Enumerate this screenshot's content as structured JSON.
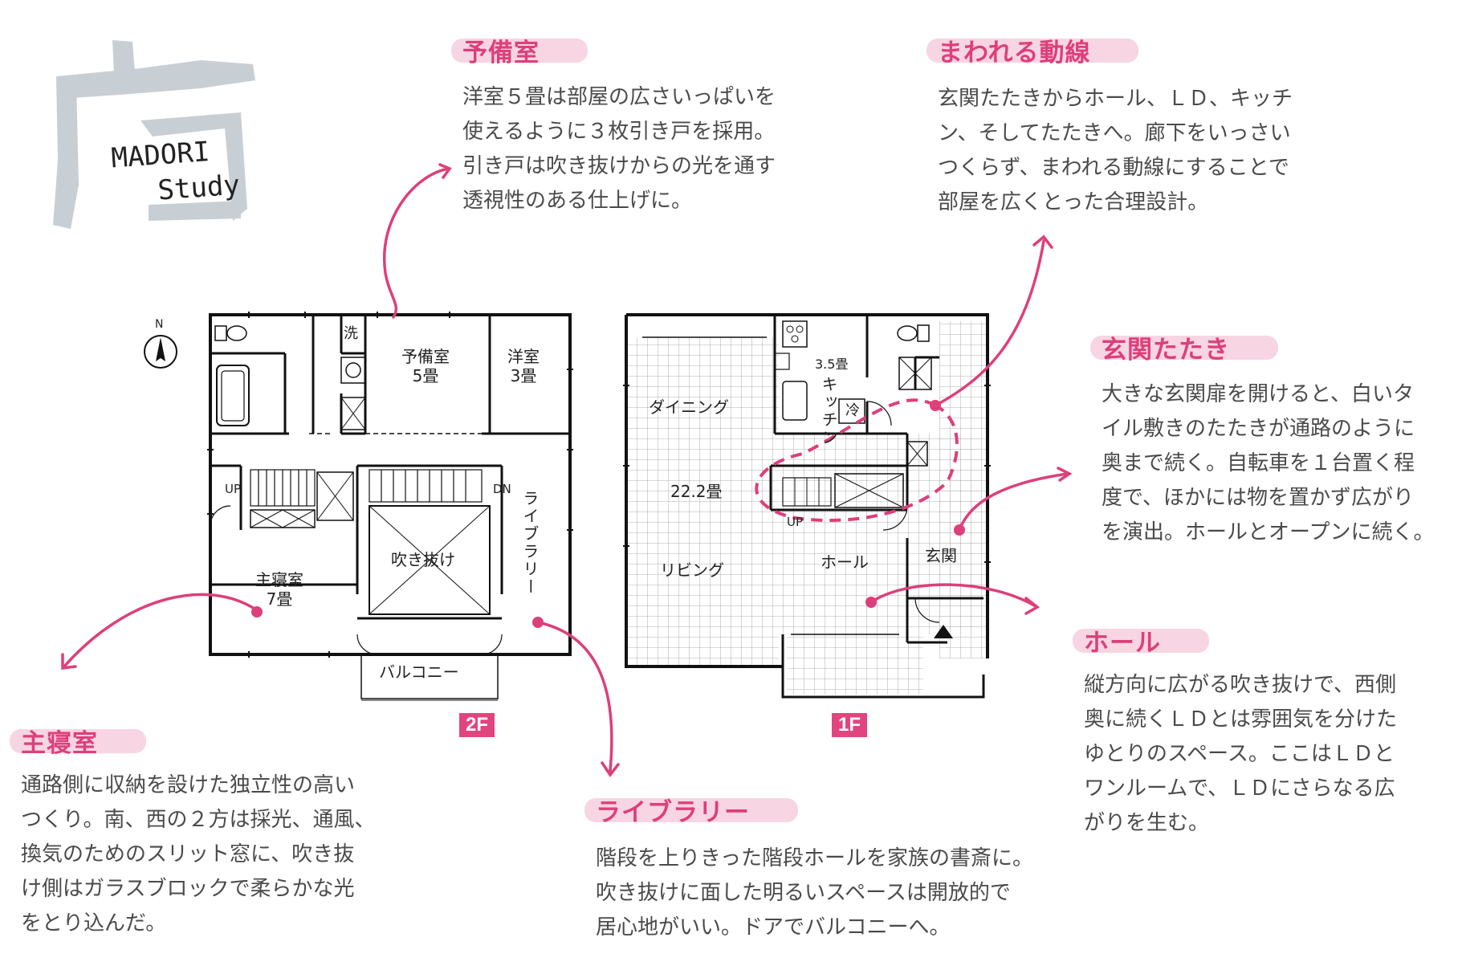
{
  "logo": {
    "line1": "MADORI",
    "line2": "Study"
  },
  "callouts": {
    "yobishitsu": {
      "title": "予備室",
      "lines": [
        "洋室５畳は部屋の広さいっぱいを",
        "使えるように３枚引き戸を採用。",
        "引き戸は吹き抜けからの光を通す",
        "透視性のある仕上げに。"
      ]
    },
    "mawareru": {
      "title": "まわれる動線",
      "lines": [
        "玄関たたきからホール、ＬＤ、キッチ",
        "ン、そしてたたきへ。廊下をいっさい",
        "つくらず、まわれる動線にすることで",
        "部屋を広くとった合理設計。"
      ]
    },
    "genkan": {
      "title": "玄関たたき",
      "lines": [
        "大きな玄関扉を開けると、白いタ",
        "イル敷きのたたきが通路のように",
        "奥まで続く。自転車を１台置く程",
        "度で、ほかには物を置かず広がり",
        "を演出。ホールとオープンに続く。"
      ]
    },
    "hall": {
      "title": "ホール",
      "lines": [
        "縦方向に広がる吹き抜けで、西側",
        "奥に続くＬＤとは雰囲気を分けた",
        "ゆとりのスペース。ここはＬＤと",
        "ワンルームで、ＬＤにさらなる広",
        "がりを生む。"
      ]
    },
    "shushinshitsu": {
      "title": "主寝室",
      "lines": [
        "通路側に収納を設けた独立性の高い",
        "つくり。南、西の２方は採光、通風、",
        "換気のためのスリット窓に、吹き抜",
        "け側はガラスブロックで柔らかな光",
        "をとり込んだ。"
      ]
    },
    "library": {
      "title": "ライブラリー",
      "lines": [
        "階段を上りきった階段ホールを家族の書斎に。",
        "吹き抜けに面した明るいスペースは開放的で",
        "居心地がいい。ドアでバルコニーへ。"
      ]
    }
  },
  "plan2f": {
    "badge": "2F",
    "north": "N",
    "rooms": {
      "sentaku": "洗",
      "yobishitsu": "予備室",
      "yobishitsu_size": "5畳",
      "yoshitsu": "洋室",
      "yoshitsu_size": "3畳",
      "up": "UP",
      "dn": "DN",
      "fukinuke": "吹き抜け",
      "library": "ライブラリー",
      "shushinshitsu": "主寝室",
      "shushinshitsu_size": "7畳",
      "balcony": "バルコニー"
    }
  },
  "plan1f": {
    "badge": "1F",
    "rooms": {
      "kitchen_size": "3.5畳",
      "kitchen": "キッチン",
      "rei": "冷",
      "dining": "ダイニング",
      "ld_size": "22.2畳",
      "living": "リビング",
      "up": "UP",
      "hall": "ホール",
      "genkan": "玄関"
    }
  },
  "colors": {
    "accent": "#dd3f7b",
    "highlight": "#f4bfd3",
    "badge": "#e0457f"
  }
}
